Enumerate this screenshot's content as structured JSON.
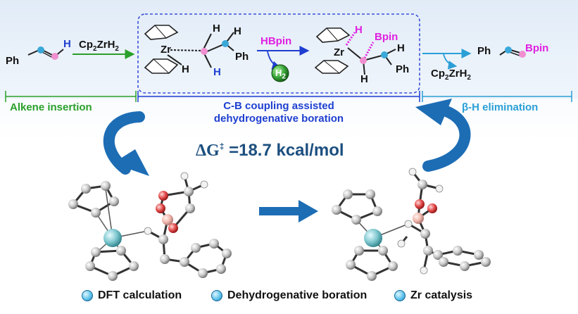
{
  "scheme": {
    "reactant_ph": "Ph",
    "reactant_h": "H",
    "reagent_1": "Cp",
    "reagent_1_sub1": "2",
    "reagent_1_mid": "ZrH",
    "reagent_1_sub2": "2",
    "int1": {
      "zr": "Zr",
      "h_top": "H",
      "h_mid": "H",
      "h_low1": "H",
      "h_low2": "H",
      "ph": "Ph"
    },
    "hbpin": "HBpin",
    "h2": "H",
    "h2_sub": "2",
    "int2": {
      "zr": "Zr",
      "h_top": "H",
      "bpin": "Bpin",
      "h_mid": "H",
      "h_low1": "H",
      "ph": "Ph"
    },
    "product_ph": "Ph",
    "product_bpin": "Bpin",
    "byproduct": "Cp",
    "byproduct_sub1": "2",
    "byproduct_mid": "ZrH",
    "byproduct_sub2": "2"
  },
  "stages": {
    "left": "Alkene insertion",
    "middle_line1": "C-B coupling assisted",
    "middle_line2": "dehydrogenative boration",
    "right": "β-H elimination"
  },
  "energy": {
    "delta": "ΔG",
    "dagger": "‡",
    "value": "=18.7 kcal/mol"
  },
  "legend": [
    {
      "label": "DFT calculation"
    },
    {
      "label": "Dehydrogenative boration"
    },
    {
      "label": "Zr catalysis"
    }
  ],
  "colors": {
    "green": "#2aa02a",
    "blue": "#1e3fd0",
    "magenta": "#e020e0",
    "cyan": "#2a9fd6",
    "arrow_blue": "#1d6db5",
    "zr_atom": "#7fc8cf",
    "box_dash": "#3b4fd8"
  }
}
